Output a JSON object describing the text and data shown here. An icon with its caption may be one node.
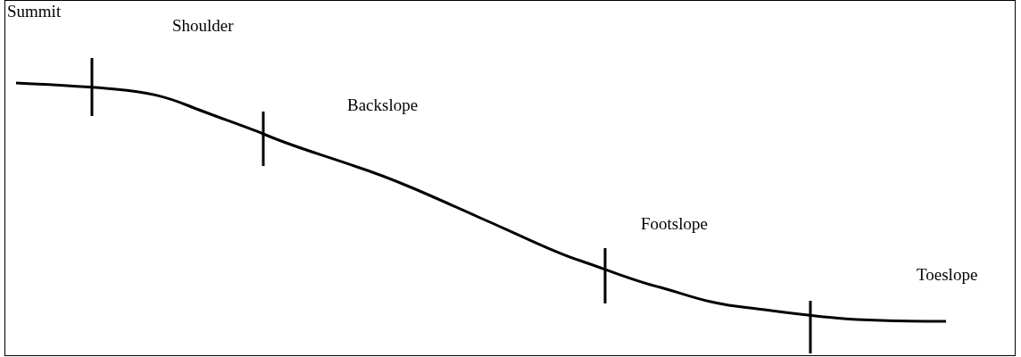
{
  "diagram": {
    "labels": [
      "Summit",
      "Shoulder",
      "Backslope",
      "Footslope",
      "Toeslope"
    ]
  }
}
